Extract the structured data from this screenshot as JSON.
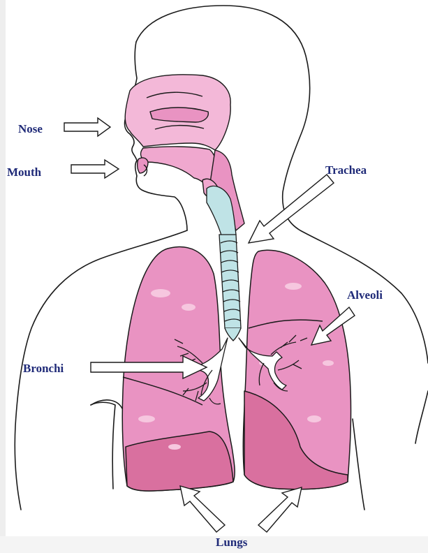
{
  "colors": {
    "background": "#f2f2f2",
    "canvas": "#ffffff",
    "outline": "#1a1a1a",
    "lung_fill": "#e993c2",
    "lung_fill_light": "#f0a8cf",
    "lung_shade": "#d9709f",
    "airway_fill": "#f3b8d8",
    "trachea_fill": "#bfe3e6",
    "bronchi_fill": "#ffffff",
    "label_text": "#1f2a78"
  },
  "labels": {
    "nose": "Nose",
    "mouth": "Mouth",
    "trachea": "Trachea",
    "alveoli": "Alveoli",
    "bronchi": "Bronchi",
    "lungs": "Lungs"
  },
  "icons": {
    "arrow": "hollow-arrow-icon"
  }
}
